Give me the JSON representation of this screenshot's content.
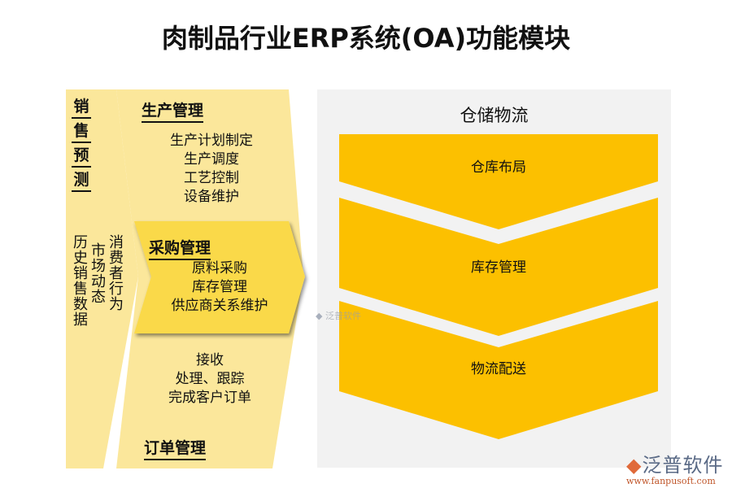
{
  "title": "肉制品行业ERP系统(OA)功能模块",
  "sales_forecast": {
    "title_chars": [
      "销",
      "售",
      "预",
      "测"
    ],
    "columns": [
      "历史销售数据",
      "市场动态",
      "消费者行为"
    ]
  },
  "production": {
    "title": "生产管理",
    "items": [
      "生产计划制定",
      "生产调度",
      "工艺控制",
      "设备维护"
    ]
  },
  "purchasing": {
    "title": "采购管理",
    "items": [
      "原料采购",
      "库存管理",
      "供应商关系维护"
    ]
  },
  "orders": {
    "title": "订单管理",
    "items": [
      "接收",
      "处理、跟踪",
      "完成客户订单"
    ]
  },
  "warehouse": {
    "title": "仓储物流",
    "steps": [
      "仓库布局",
      "库存管理",
      "物流配送"
    ]
  },
  "watermark": {
    "small": "泛普软件",
    "brand": "泛普软件",
    "url": "www.fanpusoft.com"
  },
  "colors": {
    "light_yellow": "#FBE79B",
    "purchase_yellow": "#FAD94A",
    "chevron_gold": "#FCC000",
    "panel_grey": "#F2F2F2"
  }
}
